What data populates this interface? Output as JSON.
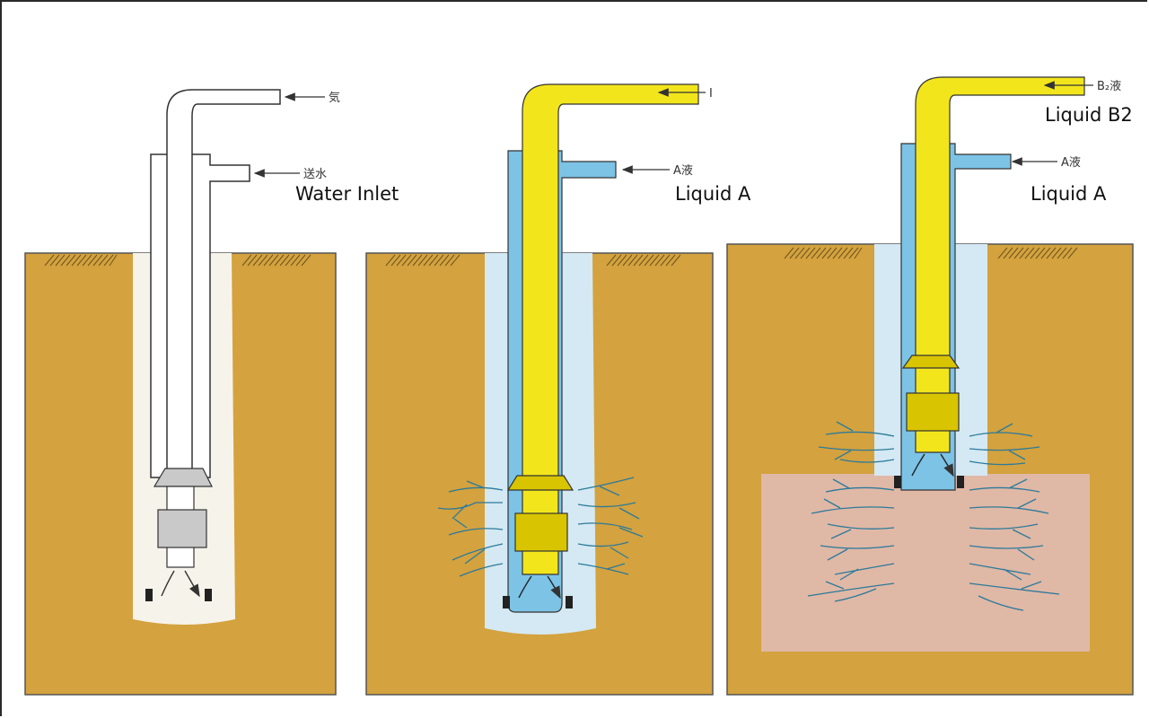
{
  "colors": {
    "soil": "#d4a23e",
    "soil_dark": "#c99632",
    "borehole": "#f6f3ea",
    "grout_light": "#d4e9f3",
    "liquid_a": "#7cc3e6",
    "liquid_b": "#f2e51c",
    "packer": "#d8c400",
    "packer_gray": "#c9c9c9",
    "improved_zone": "#e0b8a6",
    "crack": "#2c7a9a",
    "outline": "#333333"
  },
  "panels": [
    {
      "id": "step1",
      "upper_input_jp": "気",
      "lower_input_jp": "送水",
      "label": "Water Inlet"
    },
    {
      "id": "step2",
      "upper_input_jp": "I",
      "lower_input_jp": "A液",
      "label": "Liquid A"
    },
    {
      "id": "step3",
      "upper_input_jp": "B₂液",
      "upper_label": "Liquid B2",
      "lower_input_jp": "A液",
      "label": "Liquid A"
    }
  ]
}
